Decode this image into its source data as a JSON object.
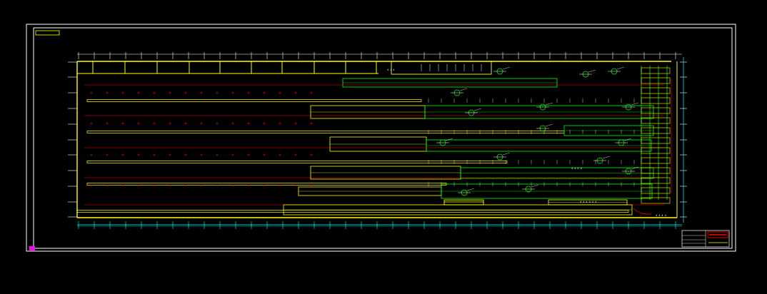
{
  "colors": {
    "background": "#000000",
    "frame": "#ffffff",
    "wall": "#ffff00",
    "grid": "#00ffff",
    "equipment": "#00ff00",
    "pipe": "#ff0000",
    "accent": "#ff00ff"
  },
  "drawing": {
    "labels": {
      "dim_top": "4 4 4",
      "mid_label": "4 4 4 4",
      "box_label": "4 4 4 4 4 4",
      "sheet_note": "4 4 4 4"
    }
  },
  "title_block": {
    "title": "",
    "sheet": ""
  }
}
